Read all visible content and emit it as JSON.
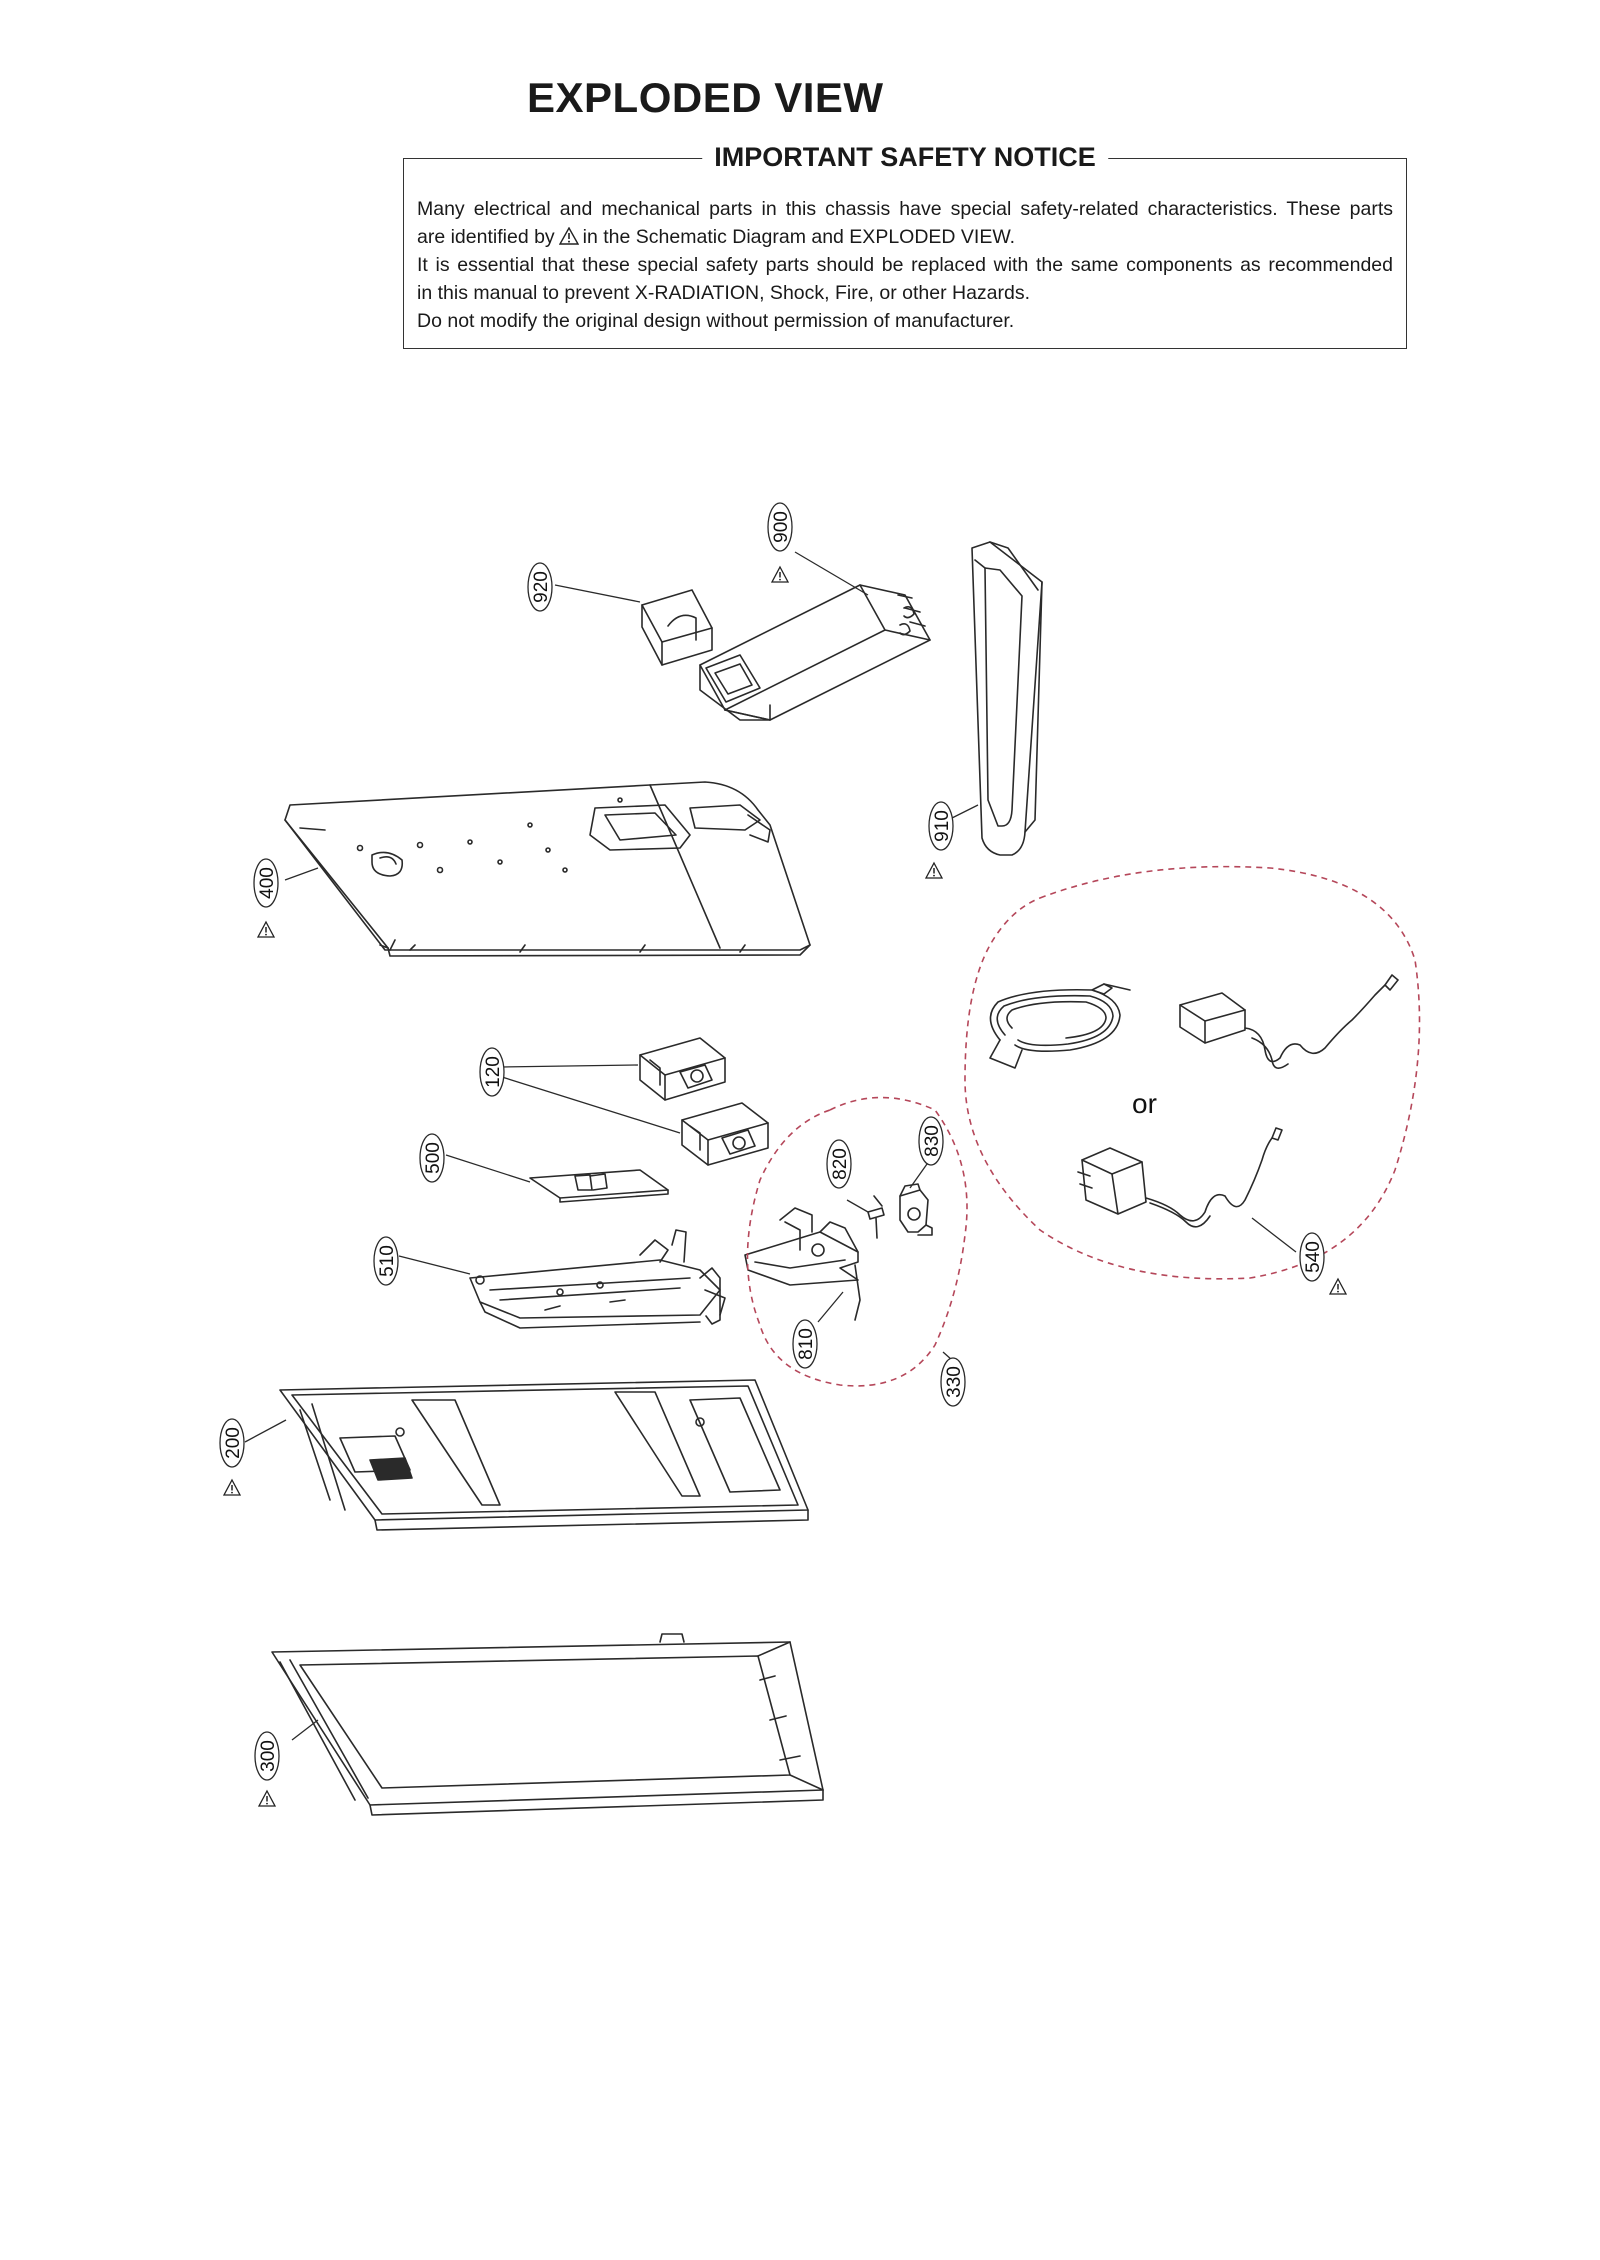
{
  "header": {
    "title": "EXPLODED VIEW"
  },
  "safety_notice": {
    "title": "IMPORTANT SAFETY NOTICE",
    "line1": "Many electrical and mechanical parts in this chassis have special safety-related characteristics. These parts",
    "line2_before": "are identified by",
    "line2_after": "in the Schematic Diagram and EXPLODED VIEW.",
    "line3": "It is essential that these special safety parts should be replaced with the same components as recommended",
    "line4": "in this manual to prevent X-RADIATION, Shock, Fire, or other Hazards.",
    "line5": "Do not modify the original design without permission of manufacturer."
  },
  "diagram": {
    "alternative_label": "or",
    "parts": [
      {
        "id": "part-900",
        "label": "900",
        "safety": true
      },
      {
        "id": "part-920",
        "label": "920",
        "safety": false
      },
      {
        "id": "part-910",
        "label": "910",
        "safety": true
      },
      {
        "id": "part-400",
        "label": "400",
        "safety": true
      },
      {
        "id": "part-120",
        "label": "120",
        "safety": false
      },
      {
        "id": "part-500",
        "label": "500",
        "safety": false
      },
      {
        "id": "part-510",
        "label": "510",
        "safety": false
      },
      {
        "id": "part-820",
        "label": "820",
        "safety": false
      },
      {
        "id": "part-830",
        "label": "830",
        "safety": false
      },
      {
        "id": "part-810",
        "label": "810",
        "safety": false
      },
      {
        "id": "part-330",
        "label": "330",
        "safety": false
      },
      {
        "id": "part-540",
        "label": "540",
        "safety": true
      },
      {
        "id": "part-200",
        "label": "200",
        "safety": true
      },
      {
        "id": "part-300",
        "label": "300",
        "safety": true
      }
    ],
    "colors": {
      "line": "#2a2a2a",
      "group_outline": "#b5475a"
    }
  }
}
